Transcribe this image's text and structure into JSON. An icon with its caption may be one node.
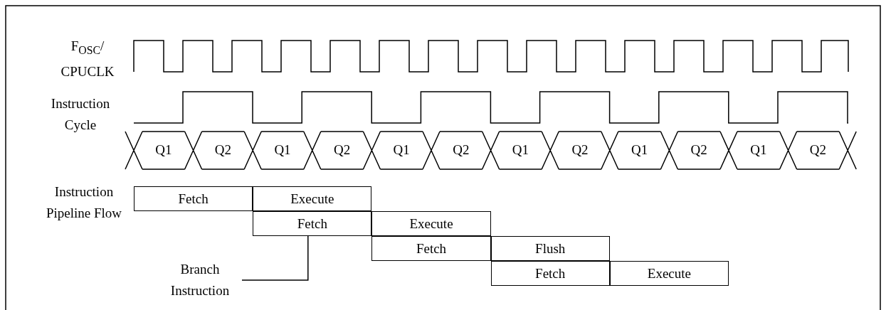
{
  "diagram": {
    "nodes": [
      {
        "text": [
          "Fetch"
        ]
      },
      {
        "text": [
          "Execute"
        ]
      },
      {
        "text": [
          "Fetch"
        ]
      },
      {
        "text": [
          "Execute"
        ]
      },
      {
        "text": [
          "Fetch"
        ]
      },
      {
        "text": [
          "Flush"
        ]
      },
      {
        "text": [
          "Fetch"
        ]
      },
      {
        "text": [
          "Execute"
        ]
      },
      {
        "text": [
          "Branch Instruction"
        ]
      }
    ],
    "edges": [
      {
        "from": 8,
        "to": 2,
        "arrow": "none"
      }
    ],
    "labels": [
      "F$_{OSC}$/ CPUCLK",
      "Instruction Cycle",
      "Q1",
      "Q2",
      "Q1",
      "Q2",
      "Q1",
      "Q2",
      "Q1",
      "Q2",
      "Q1",
      "Q2",
      "Q1",
      "Q2",
      "Instruction Pipeline Flow"
    ]
  }
}
